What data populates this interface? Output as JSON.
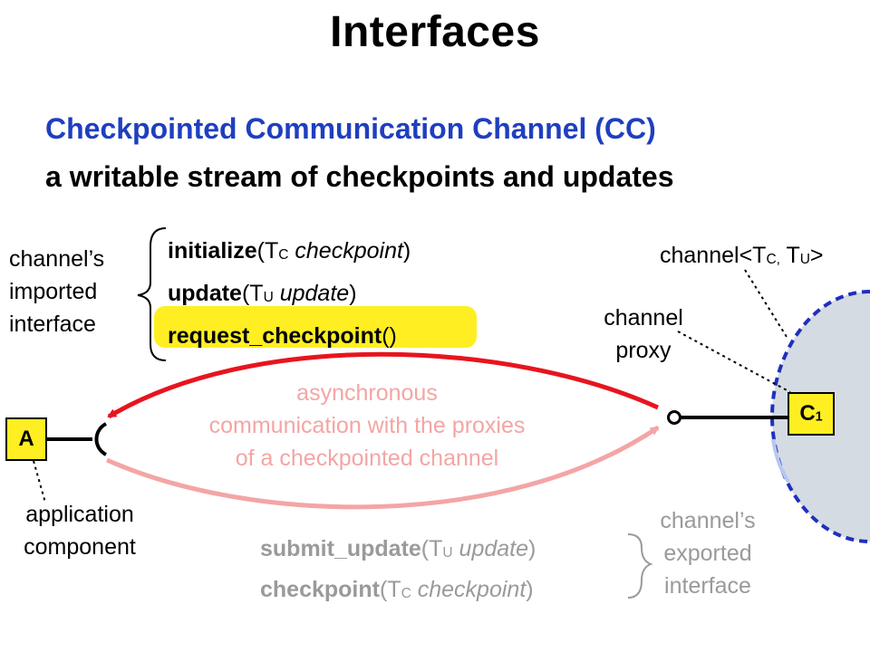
{
  "title": "Interfaces",
  "subtitle_line1": "Checkpointed Communication Channel (CC)",
  "subtitle_line2": "a writable stream of checkpoints and updates",
  "imported_interface": {
    "label_lines": [
      "channel’s",
      "imported",
      "interface"
    ],
    "methods": [
      {
        "name": "initialize",
        "open": "(T",
        "sub": "C",
        "arg": " checkpoint",
        "close": ")"
      },
      {
        "name": "update",
        "open": "(T",
        "sub": "U",
        "arg": " update",
        "close": ")"
      },
      {
        "name": "request_checkpoint",
        "open": "(",
        "sub": "",
        "arg": "",
        "close": ")"
      }
    ]
  },
  "channel_type_label": {
    "prefix": "channel<T",
    "sub1": "C,",
    "mid": " T",
    "sub2": "U",
    "suffix": ">"
  },
  "proxy_label_lines": [
    "channel",
    "proxy"
  ],
  "async_label_lines": [
    "asynchronous",
    "communication with the proxies",
    "of a checkpointed channel"
  ],
  "component_a": {
    "label": "A"
  },
  "application_label_lines": [
    "application",
    "component"
  ],
  "component_c": {
    "label": "C",
    "sub": "1"
  },
  "exported_interface": {
    "label_lines": [
      "channel’s",
      "exported",
      "interface"
    ],
    "methods": [
      {
        "name": "submit_update",
        "open": "(T",
        "sub": "U",
        "arg": " update",
        "close": ")"
      },
      {
        "name": "checkpoint",
        "open": "(T",
        "sub": "C",
        "arg": " checkpoint",
        "close": ")"
      }
    ]
  },
  "colors": {
    "title_blue": "#1f3fbf",
    "highlight_yellow": "#ffee22",
    "arrow_red": "#e8141e",
    "arrow_pink": "#f4a5a5",
    "channel_blue": "#1f2fbf",
    "channel_fill": "#d5dbe3",
    "grey_text": "#9a9a9a"
  }
}
